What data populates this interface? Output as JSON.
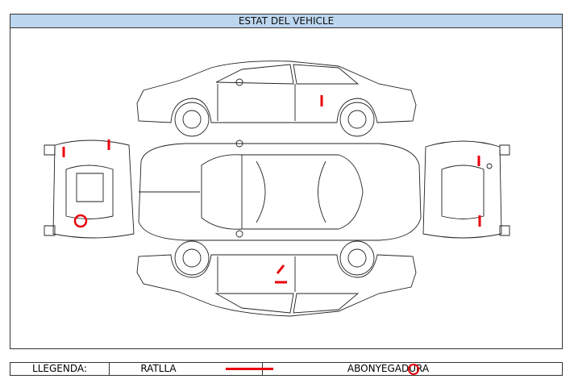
{
  "title": "ESTAT DEL VEHICLE",
  "legend": {
    "label": "LLEGENDA:",
    "scratch_label": "RATLLA",
    "dent_label": "ABONYEGADURA"
  },
  "colors": {
    "mark": "#e8000b",
    "header": "#bcd6ee"
  },
  "damage_marks": [
    {
      "type": "scratch",
      "view": "right-side",
      "location": "rear-door"
    },
    {
      "type": "scratch",
      "view": "front",
      "location": "left-upper"
    },
    {
      "type": "scratch",
      "view": "front",
      "location": "mirror"
    },
    {
      "type": "dent",
      "view": "front",
      "location": "lower-bumper"
    },
    {
      "type": "scratch",
      "view": "rear",
      "location": "upper"
    },
    {
      "type": "scratch",
      "view": "rear",
      "location": "lower"
    },
    {
      "type": "scratch",
      "view": "left-side",
      "location": "front-door"
    },
    {
      "type": "scratch",
      "view": "left-side",
      "location": "door-sill"
    }
  ]
}
